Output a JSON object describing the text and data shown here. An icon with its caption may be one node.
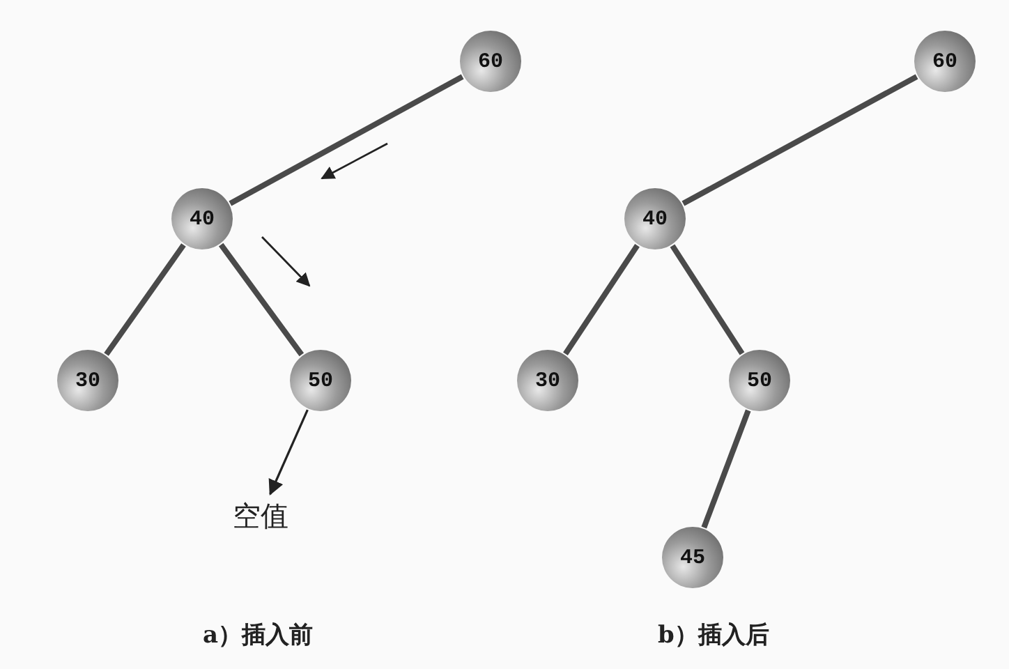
{
  "diagram": {
    "nodes": [
      {
        "text": [
          "60"
        ]
      },
      {
        "text": [
          "40"
        ]
      },
      {
        "text": [
          "30"
        ]
      },
      {
        "text": [
          "50"
        ]
      },
      {
        "text": [
          "空值"
        ]
      },
      {
        "text": [
          "60"
        ]
      },
      {
        "text": [
          "40"
        ]
      },
      {
        "text": [
          "30"
        ]
      },
      {
        "text": [
          "50"
        ]
      },
      {
        "text": [
          "45"
        ]
      }
    ],
    "edges": [
      {
        "from": 0,
        "to": 1,
        "arrow": "none"
      },
      {
        "from": 1,
        "to": 2,
        "arrow": "none"
      },
      {
        "from": 1,
        "to": 3,
        "arrow": "none"
      },
      {
        "from": 3,
        "to": 4,
        "arrow": "to"
      },
      {
        "from": 5,
        "to": 6,
        "arrow": "none"
      },
      {
        "from": 6,
        "to": 7,
        "arrow": "none"
      },
      {
        "from": 6,
        "to": 8,
        "arrow": "none"
      },
      {
        "from": 8,
        "to": 9,
        "arrow": "none"
      }
    ],
    "labels": [
      "a）插入前",
      "b）插入后"
    ]
  }
}
